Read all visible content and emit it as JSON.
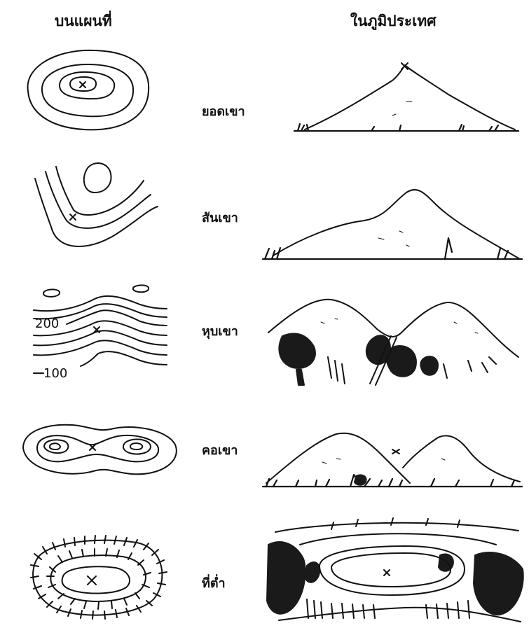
{
  "headers": {
    "map_view": "บนแผนที่",
    "ground_view": "ในภูมิประเทศ"
  },
  "rows": [
    {
      "label": "ยอดเขา"
    },
    {
      "label": "สันเขา"
    },
    {
      "label": "หุบเขา",
      "contour_labels": [
        "200",
        "100"
      ]
    },
    {
      "label": "คอเขา"
    },
    {
      "label": "ที่ต่ำ"
    }
  ]
}
